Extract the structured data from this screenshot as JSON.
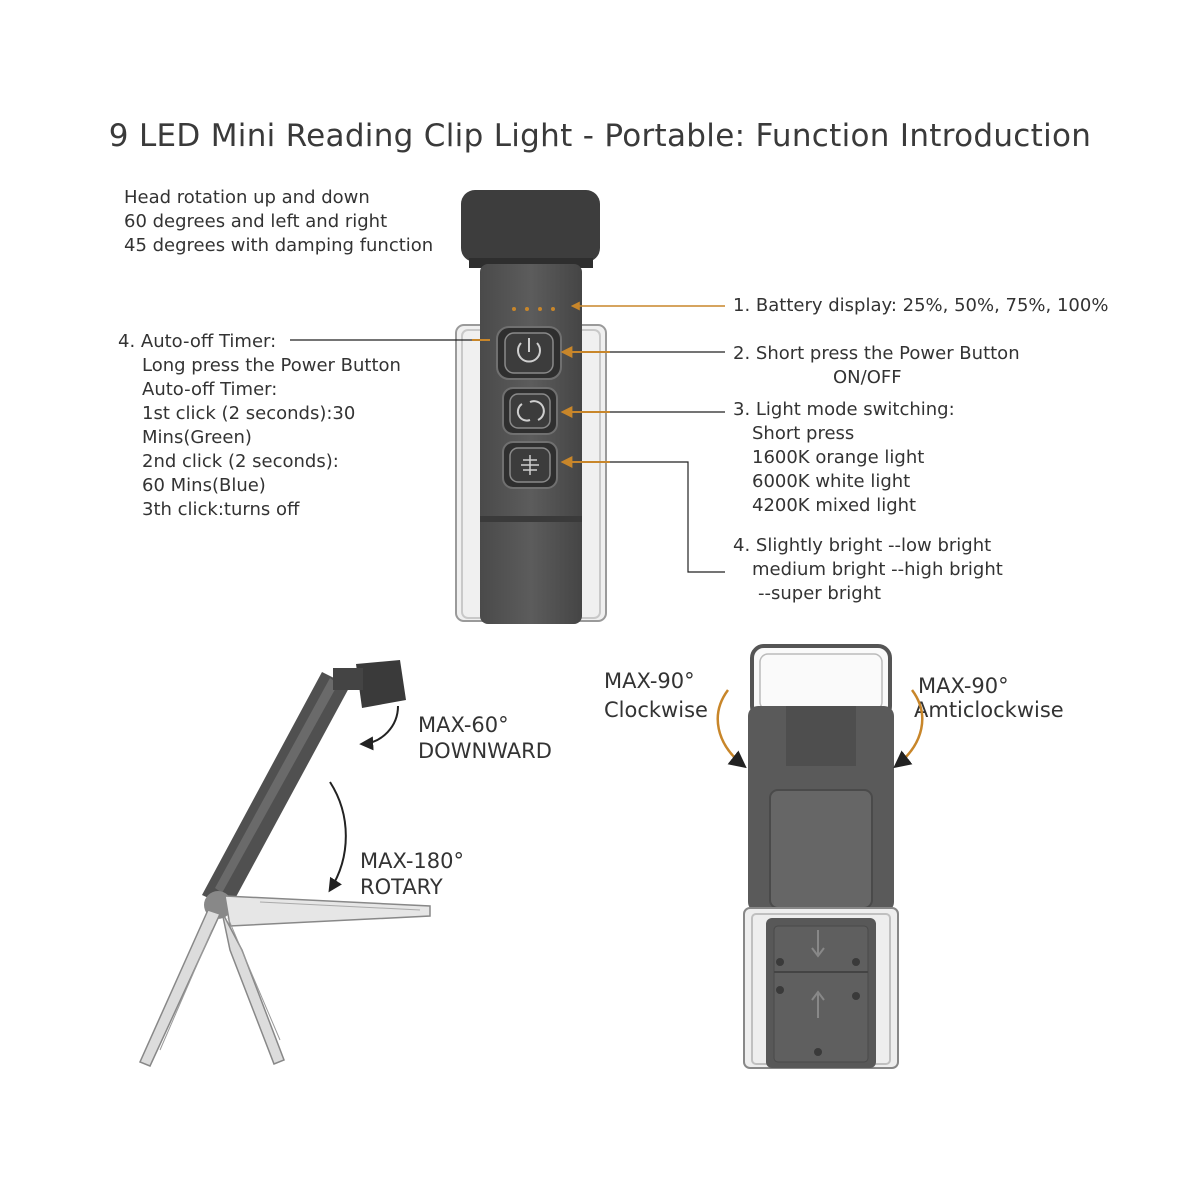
{
  "title": "9 LED Mini Reading Clip Light - Portable: Function Introduction",
  "head_rotation": {
    "lines": [
      "Head rotation up and down",
      "60 degrees and left and right",
      "45 degrees with damping function"
    ]
  },
  "auto_off": {
    "lines": [
      "4. Auto-off Timer:",
      "Long press the Power Button",
      "Auto-off Timer:",
      "1st click (2 seconds):30",
      "Mins(Green)",
      "2nd click (2 seconds):",
      "60 Mins(Blue)",
      "3th click:turns off"
    ]
  },
  "features": {
    "battery": "1. Battery display: 25%, 50%, 75%, 100%",
    "power": [
      "2. Short press the Power Button",
      "ON/OFF"
    ],
    "mode": [
      "3. Light mode switching:",
      "Short press",
      "1600K orange light",
      "6000K white light",
      "4200K mixed light"
    ],
    "brightness": [
      "4. Slightly bright --low bright",
      "medium bright --high bright",
      "--super bright"
    ]
  },
  "rotation_labels": {
    "down": [
      "MAX-60°",
      "DOWNWARD"
    ],
    "rotary": [
      "MAX-180°",
      "ROTARY"
    ],
    "clockwise": [
      "MAX-90°",
      "Clockwise"
    ],
    "anticlockwise": [
      "MAX-90°",
      "Amticlockwise"
    ]
  },
  "colors": {
    "device": "#555555",
    "device_dark": "#3f3f3f",
    "accent_arrow": "#c8862a",
    "text": "#333333"
  },
  "icons": [
    "power-icon",
    "mode-cycle-icon",
    "brightness-icon",
    "battery-led-icon"
  ]
}
